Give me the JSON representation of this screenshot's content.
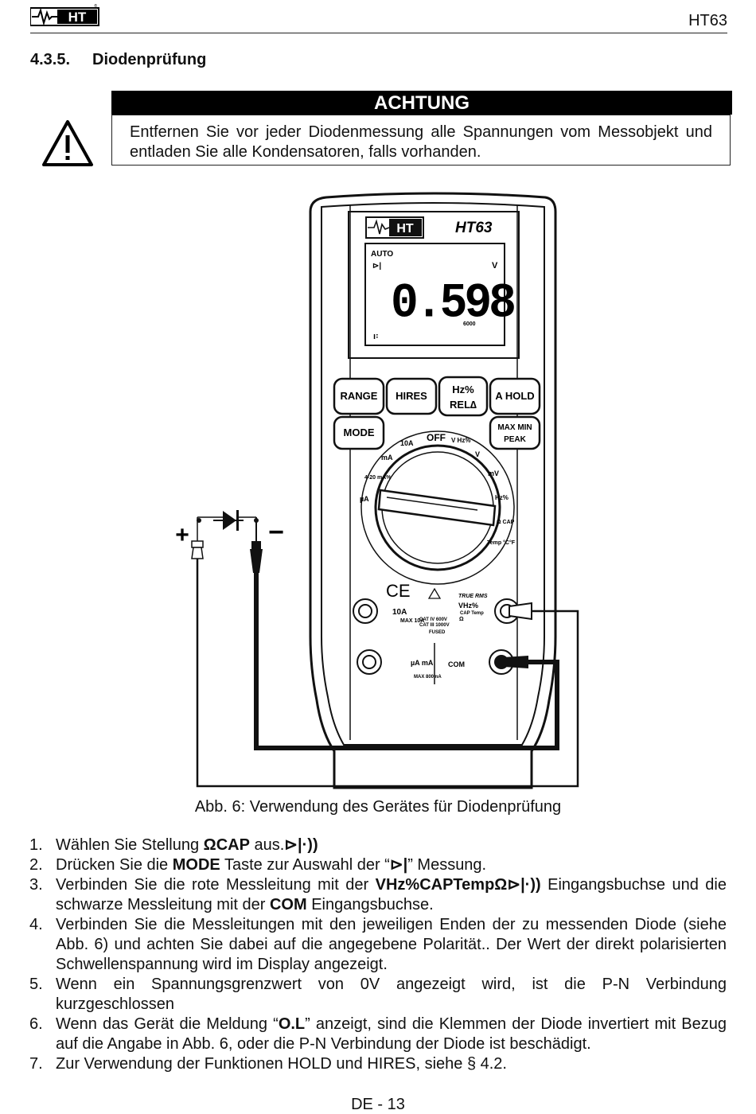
{
  "header": {
    "logo_text": "HT",
    "model": "HT63"
  },
  "section": {
    "number": "4.3.5.",
    "title": "Diodenprüfung"
  },
  "warning": {
    "heading": "ACHTUNG",
    "text": "Entfernen Sie vor jeder Diodenmessung alle Spannungen vom Messobjekt und entladen Sie alle Kondensatoren, falls vorhanden."
  },
  "figure": {
    "caption": "Abb. 6: Verwendung des Gerätes für Diodenprüfung",
    "meter": {
      "brand": "HT",
      "model": "HT63",
      "display_auto": "AUTO",
      "display_value": "0.598",
      "display_unit": "V",
      "display_counts": "6000",
      "buttons": [
        "RANGE",
        "HIRES",
        "Hz%",
        "REL∆",
        "A HOLD",
        "MODE",
        "MAX MIN",
        "PEAK"
      ],
      "dial_labels": [
        "OFF",
        "10A",
        "mA",
        "4-20 mA%",
        "µA",
        "V",
        "mV",
        "Hz%",
        "Ω CAP",
        "Temp °C°F",
        "V Hz%"
      ],
      "terminal_labels": [
        "10A",
        "MAX 10A",
        "CAT IV 600V",
        "CAT III 1000V",
        "FUSED",
        "µA mA",
        "MAX 800mA",
        "COM",
        "TRUE RMS",
        "VHz%",
        "CAP Temp",
        "Ω"
      ],
      "ce_mark": "CE"
    },
    "plus_sign": "+",
    "minus_sign": "−"
  },
  "steps": [
    {
      "n": "1.",
      "parts": [
        {
          "t": "Wählen Sie Stellung "
        },
        {
          "t": "ΩCAP",
          "b": true
        },
        {
          "t": " aus."
        },
        {
          "t": "⊳|·))",
          "sym": true
        }
      ]
    },
    {
      "n": "2.",
      "parts": [
        {
          "t": "Drücken Sie die "
        },
        {
          "t": "MODE",
          "b": true
        },
        {
          "t": " Taste zur Auswahl der “"
        },
        {
          "t": "⊳|",
          "sym": true
        },
        {
          "t": "” Messung."
        }
      ]
    },
    {
      "n": "3.",
      "parts": [
        {
          "t": "Verbinden Sie die rote Messleitung mit der "
        },
        {
          "t": "VHz%CAPTempΩ⊳|·))",
          "b": true
        },
        {
          "t": " Eingangsbuchse und die schwarze Messleitung mit der "
        },
        {
          "t": "COM",
          "b": true
        },
        {
          "t": " Eingangsbuchse."
        }
      ]
    },
    {
      "n": "4.",
      "parts": [
        {
          "t": "Verbinden Sie die Messleitungen mit den jeweiligen Enden der zu messenden Diode (siehe Abb. 6) und achten Sie dabei auf die angegebene Polarität.. Der Wert der direkt polarisierten Schwellenspannung wird im Display angezeigt."
        }
      ]
    },
    {
      "n": "5.",
      "parts": [
        {
          "t": "Wenn ein Spannungsgrenzwert von 0V angezeigt wird, ist die P-N Verbindung kurzgeschlossen"
        }
      ]
    },
    {
      "n": "6.",
      "parts": [
        {
          "t": "Wenn das Gerät die Meldung “"
        },
        {
          "t": "O.L",
          "b": true
        },
        {
          "t": "” anzeigt, sind die Klemmen der Diode invertiert mit Bezug auf die Angabe in Abb. 6, oder die P-N Verbindung der Diode ist beschädigt."
        }
      ]
    },
    {
      "n": "7.",
      "parts": [
        {
          "t": "Zur Verwendung der Funktionen HOLD und HIRES, siehe § 4.2."
        }
      ]
    }
  ],
  "footer": {
    "page": "DE - 13"
  }
}
